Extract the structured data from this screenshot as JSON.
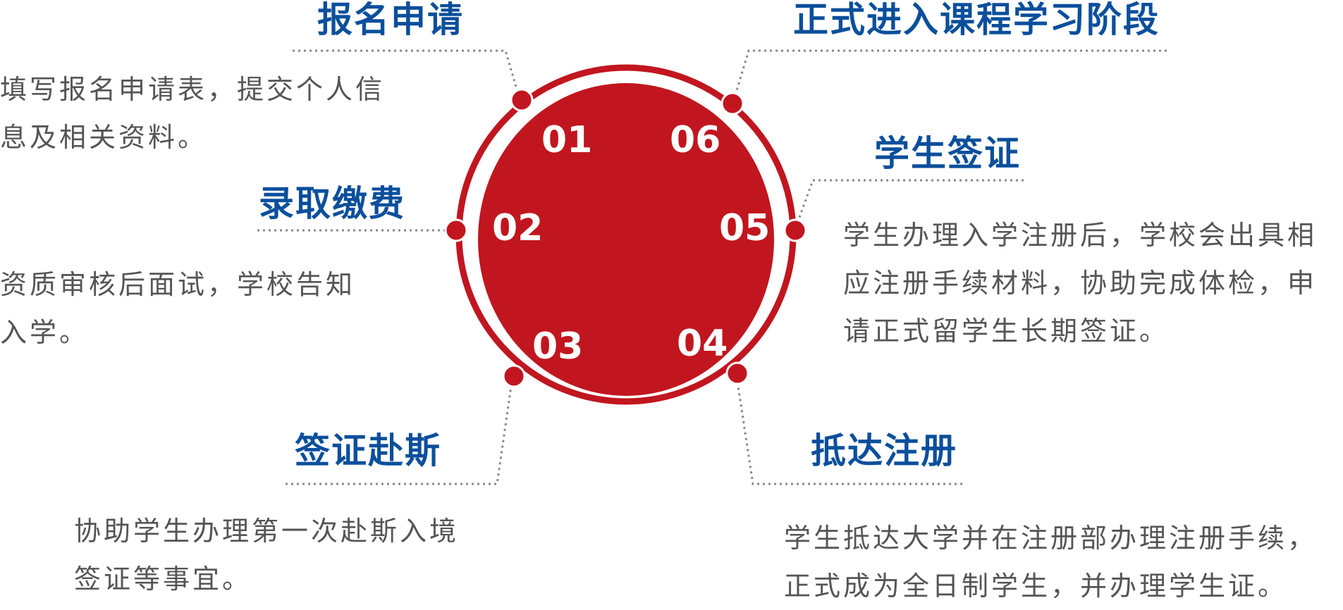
{
  "colors": {
    "accent_red": "#c1161f",
    "title_blue": "#0b4f9c",
    "text_gray": "#555555",
    "leader_gray": "#888888"
  },
  "steps": [
    {
      "number": "01",
      "title": "报名申请",
      "description": "填写报名申请表，提交个人信\n息及相关资料。"
    },
    {
      "number": "02",
      "title": "录取缴费",
      "description": "资质审核后面试，学校告知\n入学。"
    },
    {
      "number": "03",
      "title": "签证赴斯",
      "description": "协助学生办理第一次赴斯入境\n签证等事宜。"
    },
    {
      "number": "04",
      "title": "抵达注册",
      "description": "学生抵达大学并在注册部办理注册手续，\n正式成为全日制学生，并办理学生证。"
    },
    {
      "number": "05",
      "title": "学生签证",
      "description": "学生办理入学注册后，学校会出具相\n应注册手续材料，协助完成体检，申\n请正式留学生长期签证。"
    },
    {
      "number": "06",
      "title": "正式进入课程学习阶段",
      "description": ""
    }
  ]
}
